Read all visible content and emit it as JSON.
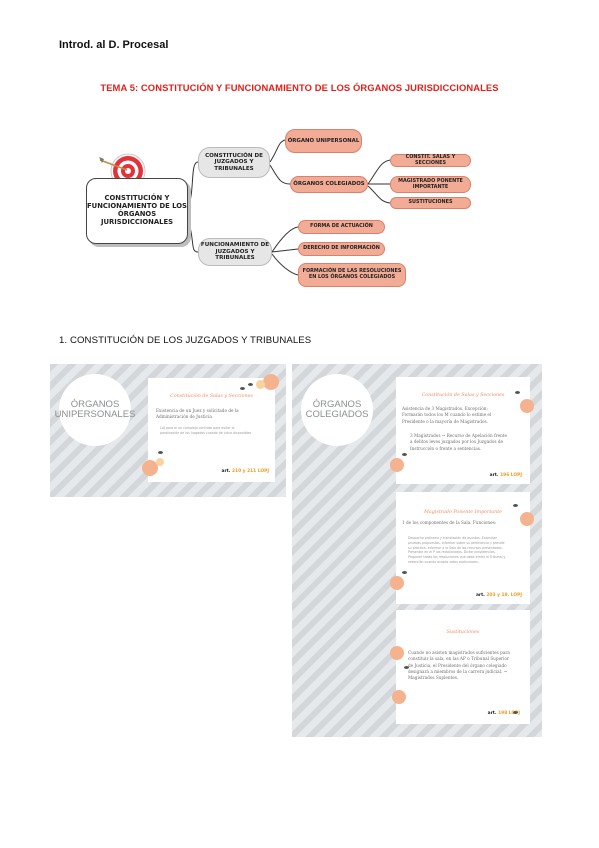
{
  "header": "Introd. al D. Procesal",
  "title": "TEMA 5: CONSTITUCIÓN Y FUNCIONAMIENTO DE LOS ÓRGANOS JURISDICCIONALES",
  "mindmap": {
    "root": "CONSTITUCIÓN Y FUNCIONAMIENTO DE LOS ÓRGANOS JURISDICCIONALES",
    "branch1": "CONSTITUCIÓN DE JUZGADOS Y TRIBUNALES",
    "b1_unipersonal": "ÓRGANO UNIPERSONAL",
    "b1_colegiados": "ÓRGANOS COLEGIADOS",
    "colegiados_items": [
      "CONSTIT. SALAS Y SECCIONES",
      "MAGISTRADO PONENTE IMPORTANTE",
      "SUSTITUCIONES"
    ],
    "branch2": "FUNCIONAMIENTO DE JUZGADOS Y TRIBUNALES",
    "b2_items": [
      "FORMA DE ACTUACIÓN",
      "DERECHO DE INFORMACIÓN",
      "FORMACIÓN DE LAS RESOLUCIONES EN LOS ÓRGANOS COLEGIADOS"
    ]
  },
  "section1": "1. CONSTITUCIÓN DE LOS JUZGADOS Y TRIBUNALES",
  "slide_left": {
    "circle": "ÓRGANOS UNIPERSONALES",
    "card_title": "Constitución de Salas y Secciones",
    "body": "Existencia de un Juez y solicitado de la Administración de Justicia",
    "small": "LAJ para el un complejo contrato para evitar la paralización de los Juzgados cuando de juicio disponibles",
    "art_prefix": "art.",
    "art": "210 y 211 LOPJ"
  },
  "slide_right": {
    "circle": "ÓRGANOS COLEGIADOS",
    "card1": {
      "title": "Constitución de Salas y Secciones",
      "body": "Asistencia de 3 Magistrados. Excepción: Formarán todos los M cuando lo estime el Presidente o la mayoría de Magistrados.",
      "body2": "3 Magistrados → Recurso de Apelación frente a delitos leves juzgados por los Juzgados de Instrucción o frente a sentencias.",
      "art_prefix": "art.",
      "art": "196 LOPJ"
    },
    "card2": {
      "title": "Magistrado Ponente Importante",
      "body": "1 de los componentes de la Sala. Funciones:",
      "small": "Despacho ordinario y tramitación de asuntos. Examinar pruebas propuestas. Informar sobre su pertinencia y presidir su práctica. Informar a la Sala de los recursos presentados. Presentar en el P los relacionados. Dictar providencias. Proponer todas las resoluciones que debe emitir el Tribunal y redacción cuando acepta votos particulares.",
      "art_prefix": "art.",
      "art": "203 y 18. LOPJ"
    },
    "card3": {
      "title": "Sustituciones",
      "body": "Cuando no asisten magistrados suficientes para constituir la sala, en las AP o Tribunal Superior de Justicia, el Presidente del órgano colegiado designará a miembros de la carrera judicial. → Magistrados Suplentes.",
      "art_prefix": "art.",
      "art": "198 LOPJ"
    }
  }
}
